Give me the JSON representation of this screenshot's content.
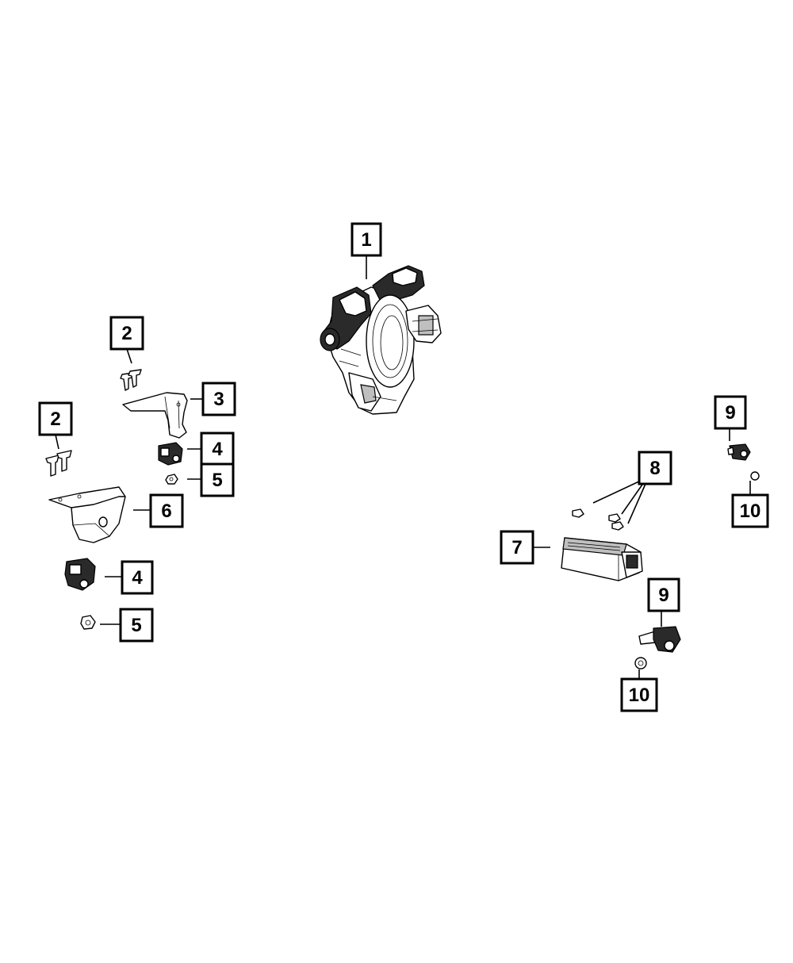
{
  "callouts": {
    "c1": "1",
    "c2a": "2",
    "c2b": "2",
    "c3": "3",
    "c4a": "4",
    "c4b": "4",
    "c5a": "5",
    "c5b": "5",
    "c6": "6",
    "c7": "7",
    "c8": "8",
    "c9a": "9",
    "c9b": "9",
    "c10a": "10",
    "c10b": "10"
  }
}
